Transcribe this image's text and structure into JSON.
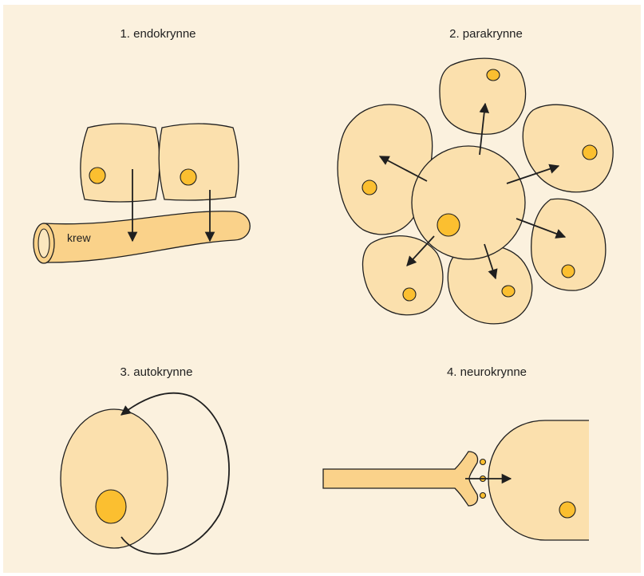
{
  "panels": {
    "endocrine": {
      "label": "1. endokrynne",
      "vessel_label": "krew"
    },
    "paracrine": {
      "label": "2. parakrynne"
    },
    "autocrine": {
      "label": "3. autokrynne"
    },
    "neurocrine": {
      "label": "4. neurokrynne"
    }
  },
  "colors": {
    "background": "#fbf1de",
    "cell_fill": "#fbe0ad",
    "nucleus_fill": "#fbbf30",
    "vessel_fill": "#fad28a",
    "outline": "#1f1f1f"
  }
}
